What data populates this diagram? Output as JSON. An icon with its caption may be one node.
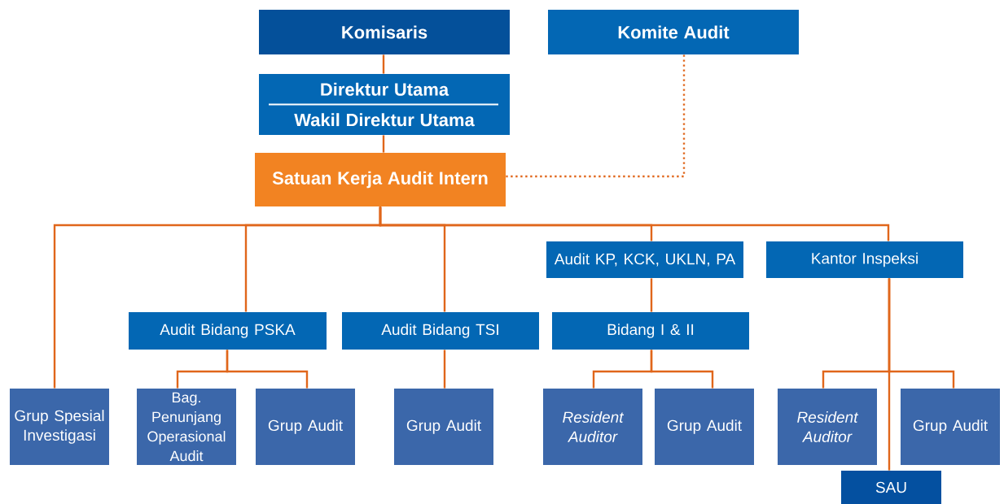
{
  "diagram": {
    "nodes": [
      {
        "text": [
          "Komisaris"
        ]
      },
      {
        "text": [
          "Komite Audit"
        ]
      },
      {
        "text": [
          "Direktur Utama",
          "Wakil Direktur Utama"
        ]
      },
      {
        "text": [
          "Satuan Kerja Audit Intern"
        ]
      },
      {
        "text": [
          "Grup Spesial Investigasi"
        ]
      },
      {
        "text": [
          "Audit Bidang PSKA"
        ]
      },
      {
        "text": [
          "Audit Bidang TSI"
        ]
      },
      {
        "text": [
          "Audit KP, KCK, UKLN, PA"
        ]
      },
      {
        "text": [
          "Kantor Inspeksi"
        ]
      },
      {
        "text": [
          "Bag. Penunjang Operasional Audit"
        ]
      },
      {
        "text": [
          "Grup Audit"
        ]
      },
      {
        "text": [
          "Grup Audit"
        ]
      },
      {
        "text": [
          "Bidang I & II"
        ]
      },
      {
        "text": [
          "Resident Auditor"
        ]
      },
      {
        "text": [
          "Grup Audit"
        ]
      },
      {
        "text": [
          "Resident Auditor"
        ]
      },
      {
        "text": [
          "Grup Audit"
        ]
      },
      {
        "text": [
          "SAU"
        ]
      }
    ],
    "edges": [
      {
        "from": 0,
        "to": 2,
        "arrow": "none"
      },
      {
        "from": 2,
        "to": 3,
        "arrow": "none"
      },
      {
        "from": 1,
        "to": 3,
        "arrow": "none",
        "style": "dashed"
      },
      {
        "from": 3,
        "to": 4,
        "arrow": "none"
      },
      {
        "from": 3,
        "to": 5,
        "arrow": "none"
      },
      {
        "from": 3,
        "to": 6,
        "arrow": "none"
      },
      {
        "from": 3,
        "to": 7,
        "arrow": "none"
      },
      {
        "from": 3,
        "to": 8,
        "arrow": "none"
      },
      {
        "from": 5,
        "to": 9,
        "arrow": "none"
      },
      {
        "from": 5,
        "to": 10,
        "arrow": "none"
      },
      {
        "from": 6,
        "to": 11,
        "arrow": "none"
      },
      {
        "from": 7,
        "to": 12,
        "arrow": "none"
      },
      {
        "from": 12,
        "to": 13,
        "arrow": "none"
      },
      {
        "from": 12,
        "to": 14,
        "arrow": "none"
      },
      {
        "from": 8,
        "to": 15,
        "arrow": "none"
      },
      {
        "from": 8,
        "to": 16,
        "arrow": "none"
      },
      {
        "from": 8,
        "to": 17,
        "arrow": "none"
      }
    ]
  }
}
